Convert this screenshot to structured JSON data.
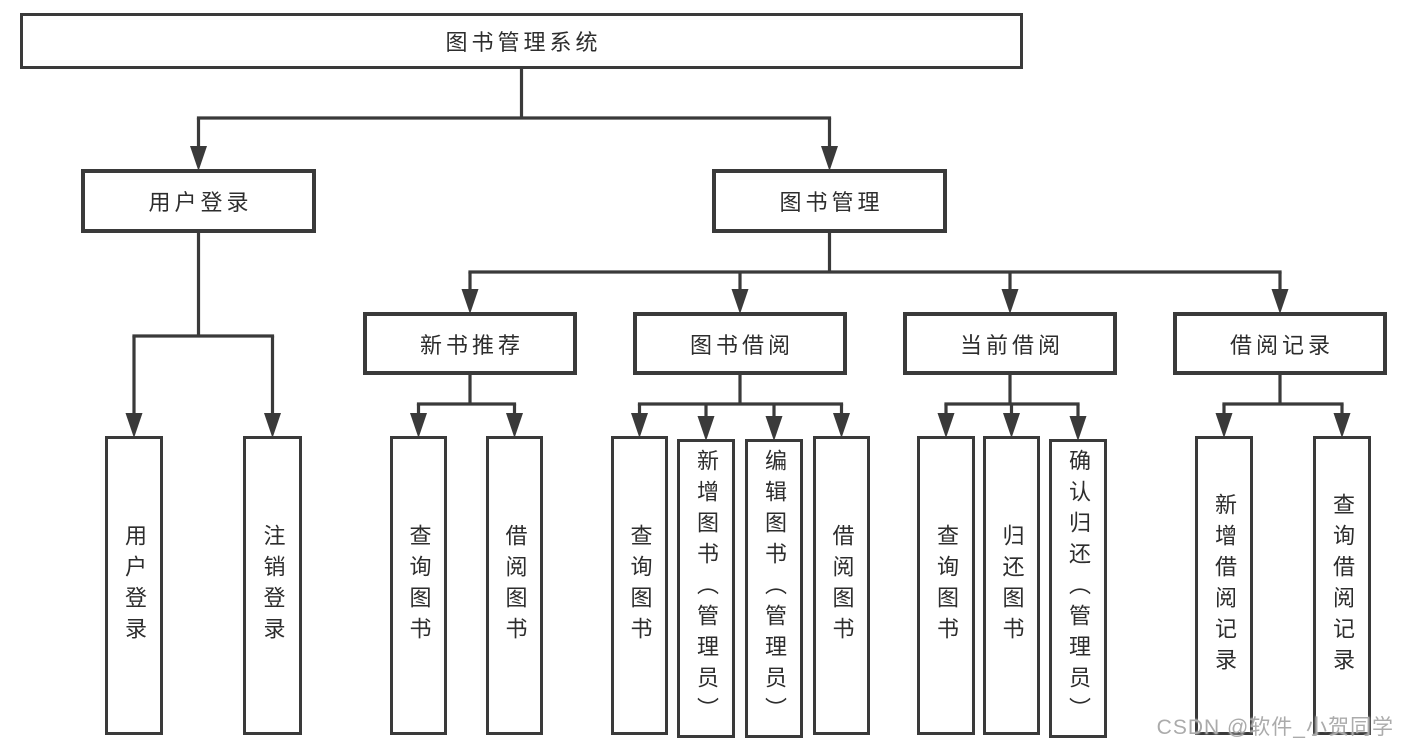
{
  "diagram": {
    "title_node": "图书管理系统",
    "nodes": [
      {
        "id": "root",
        "label": "图书管理系统"
      },
      {
        "id": "user-login",
        "label": "用户登录"
      },
      {
        "id": "book-mgmt",
        "label": "图书管理"
      },
      {
        "id": "new-book-rec",
        "label": "新书推荐"
      },
      {
        "id": "book-borrow",
        "label": "图书借阅"
      },
      {
        "id": "current-borrow",
        "label": "当前借阅"
      },
      {
        "id": "borrow-records",
        "label": "借阅记录"
      },
      {
        "id": "leaf-user-login",
        "label": "用户登录"
      },
      {
        "id": "leaf-logout",
        "label": "注销登录"
      },
      {
        "id": "leaf-query-book-1",
        "label": "查询图书"
      },
      {
        "id": "leaf-borrow-book-1",
        "label": "借阅图书"
      },
      {
        "id": "leaf-query-book-2",
        "label": "查询图书"
      },
      {
        "id": "leaf-add-book",
        "label": "新增图书（管理员）"
      },
      {
        "id": "leaf-edit-book",
        "label": "编辑图书（管理员）"
      },
      {
        "id": "leaf-borrow-book-2",
        "label": "借阅图书"
      },
      {
        "id": "leaf-query-book-3",
        "label": "查询图书"
      },
      {
        "id": "leaf-return-book",
        "label": "归还图书"
      },
      {
        "id": "leaf-confirm-return",
        "label": "确认归还（管理员）"
      },
      {
        "id": "leaf-add-borrow-record",
        "label": "新增借阅记录"
      },
      {
        "id": "leaf-query-borrow-record",
        "label": "查询借阅记录"
      }
    ],
    "edges": [
      {
        "from": "root",
        "to": [
          "user-login",
          "book-mgmt"
        ]
      },
      {
        "from": "user-login",
        "to": [
          "leaf-user-login",
          "leaf-logout"
        ]
      },
      {
        "from": "book-mgmt",
        "to": [
          "new-book-rec",
          "book-borrow",
          "current-borrow",
          "borrow-records"
        ]
      },
      {
        "from": "new-book-rec",
        "to": [
          "leaf-query-book-1",
          "leaf-borrow-book-1"
        ]
      },
      {
        "from": "book-borrow",
        "to": [
          "leaf-query-book-2",
          "leaf-add-book",
          "leaf-edit-book",
          "leaf-borrow-book-2"
        ]
      },
      {
        "from": "current-borrow",
        "to": [
          "leaf-query-book-3",
          "leaf-return-book",
          "leaf-confirm-return"
        ]
      },
      {
        "from": "borrow-records",
        "to": [
          "leaf-add-borrow-record",
          "leaf-query-borrow-record"
        ]
      }
    ]
  },
  "watermark": "CSDN @软件_小贺同学",
  "colors": {
    "line": "#3a3a3a",
    "text": "#2d2d2d",
    "watermark": "#ababab",
    "background": "#ffffff"
  }
}
